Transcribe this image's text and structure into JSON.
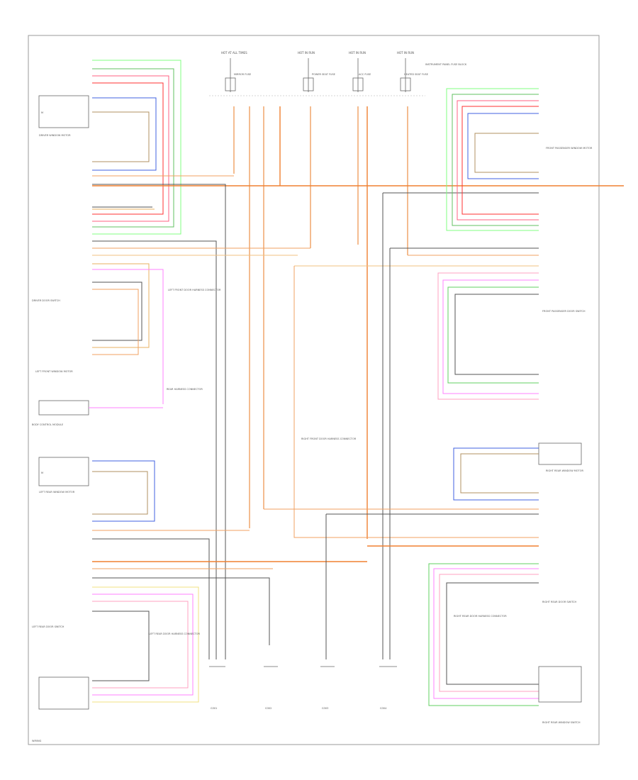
{
  "fuse_block": {
    "hot_labels": [
      "HOT AT ALL TIMES",
      "HOT IN RUN",
      "HOT IN RUN",
      "HOT IN RUN"
    ],
    "fuses": [
      "MIRROR FUSE",
      "POWER SEAT FUSE",
      "ACC FUSE",
      "HEATED SEAT FUSE"
    ],
    "side_label": "INSTRUMENT PANEL FUSE BLOCK"
  },
  "components": {
    "driver_window_motor": "DRIVER WINDOW MOTOR",
    "driver_door_switch": "DRIVER DOOR SWITCH",
    "lf_window_motor": "LEFT FRONT WINDOW MOTOR",
    "lr_window_motor": "LEFT REAR WINDOW MOTOR",
    "lr_door_switch": "LEFT REAR DOOR SWITCH",
    "pass_window_motor": "FRONT PASSENGER WINDOW MOTOR",
    "pass_door_switch": "FRONT PASSENGER DOOR SWITCH",
    "rr_window_motor": "RIGHT REAR WINDOW MOTOR",
    "rr_door_switch": "RIGHT REAR DOOR SWITCH",
    "rr_window_switch": "RIGHT REAR WINDOW SWITCH",
    "body_control_module": "BODY CONTROL MODULE"
  },
  "notes": {
    "driver_harness": "LEFT FRONT DOOR HARNESS CONNECTOR",
    "rear_harness": "REAR HARNESS CONNECTOR",
    "pass_harness": "RIGHT FRONT DOOR HARNESS CONNECTOR",
    "rr_harness": "RIGHT REAR DOOR HARNESS CONNECTOR",
    "lr_harness": "LEFT REAR DOOR HARNESS CONNECTOR"
  },
  "grounds": [
    "G301",
    "G302",
    "G303",
    "G304"
  ],
  "footer": "WIRING"
}
